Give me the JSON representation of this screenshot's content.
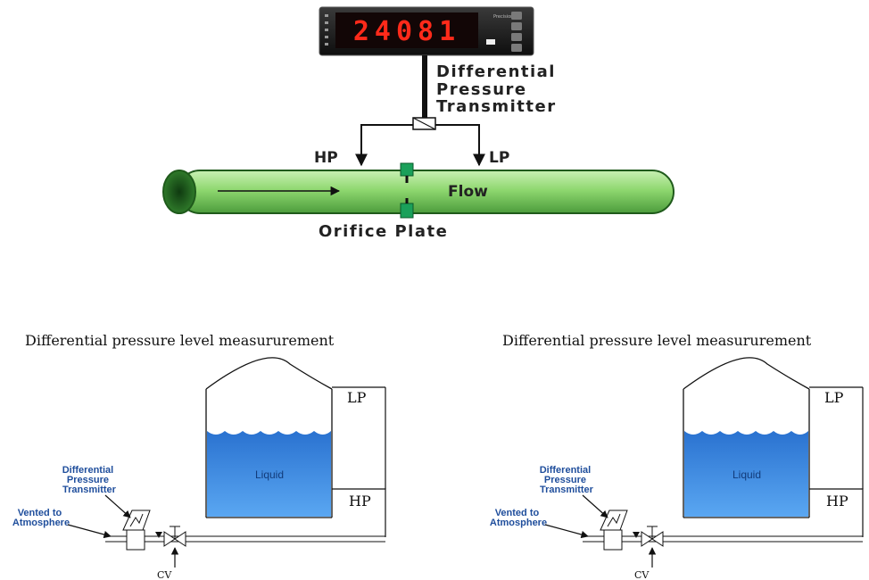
{
  "colors": {
    "pipe_green": "#8fd870",
    "pipe_dark": "#2f7a2a",
    "orifice": "#1aa05a",
    "display_bg": "#1b1b1b",
    "display_digits": "#ff2a1a",
    "liquid_blue": "#2f7fd8",
    "label_blue": "#1f4e9c"
  },
  "flow_diagram": {
    "display_reading": "24081",
    "display_brand": "Precision",
    "transmitter_label": [
      "Differential",
      "Pressure",
      "Transmitter"
    ],
    "hp_label": "HP",
    "lp_label": "LP",
    "flow_label": "Flow",
    "orifice_label": "Orifice Plate"
  },
  "level_diagrams": [
    {
      "title": "Differential pressure level measururement",
      "lp_label": "LP",
      "hp_label": "HP",
      "liquid_label": "Liquid",
      "transmitter_label": [
        "Differential",
        "Pressure",
        "Transmitter"
      ],
      "vent_label": [
        "Vented to",
        "Atmosphere"
      ],
      "cv_label": "CV"
    },
    {
      "title": "Differential pressure level measururement",
      "lp_label": "LP",
      "hp_label": "HP",
      "liquid_label": "Liquid",
      "transmitter_label": [
        "Differential",
        "Pressure",
        "Transmitter"
      ],
      "vent_label": [
        "Vented to",
        "Atmosphere"
      ],
      "cv_label": "CV"
    }
  ]
}
